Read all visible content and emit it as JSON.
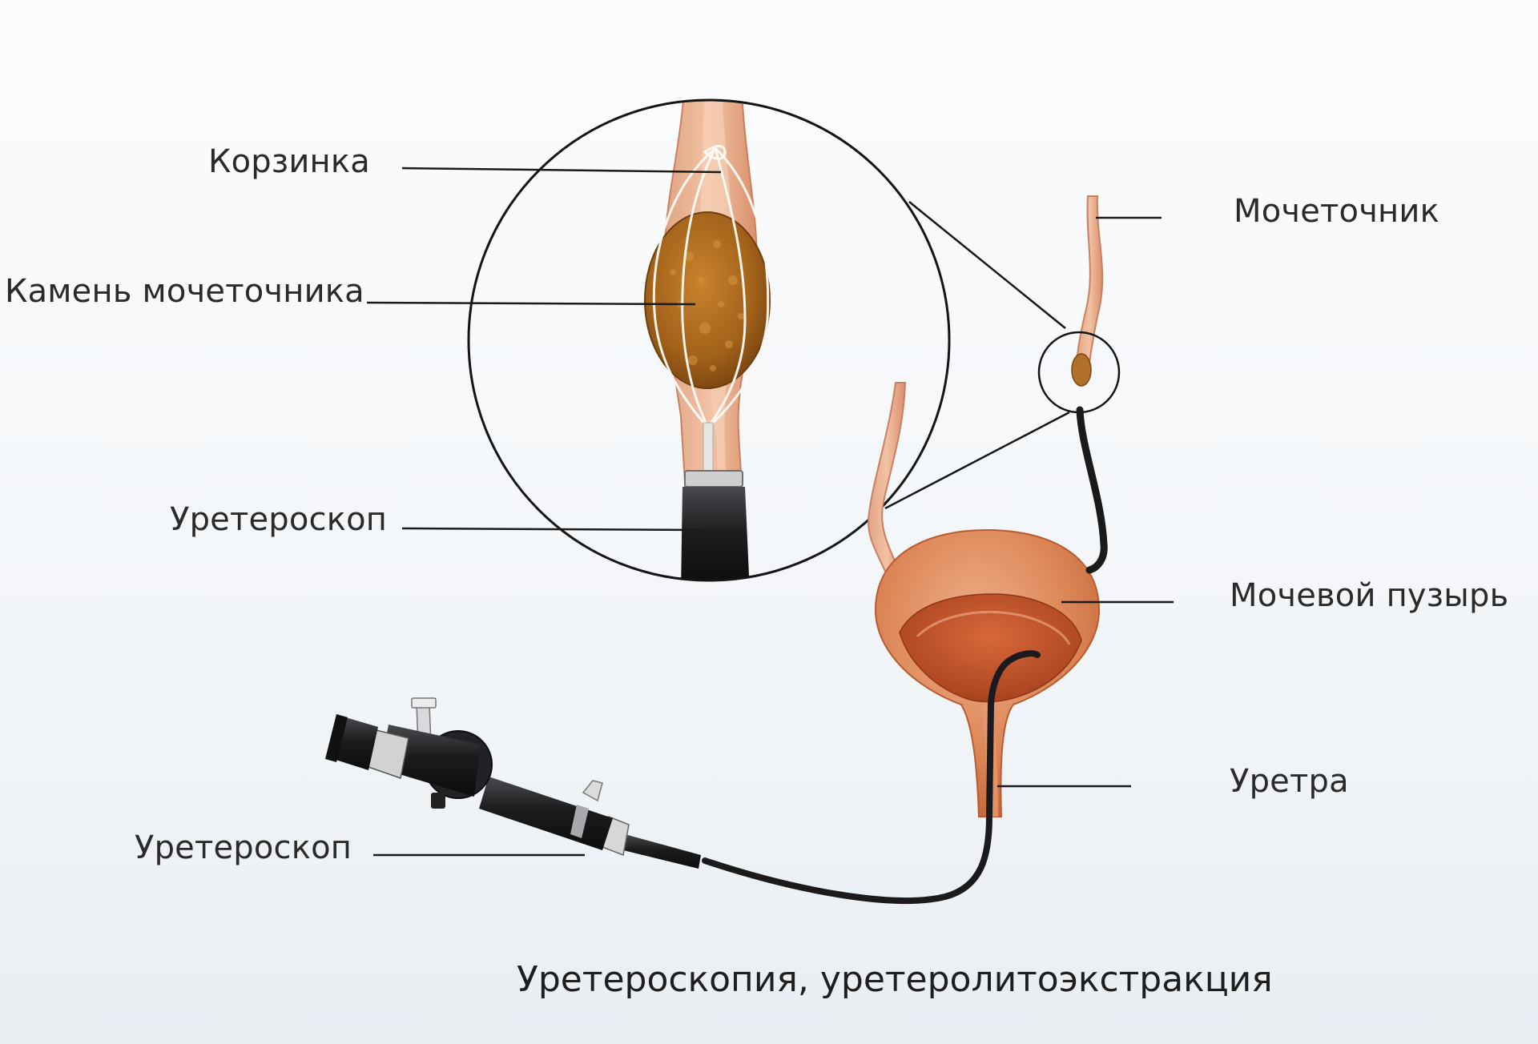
{
  "labels": {
    "basket": "Корзинка",
    "stone": "Камень мочеточника",
    "ureteroscope_zoom": "Уретероскоп",
    "ureter": "Мочеточник",
    "bladder": "Мочевой пузырь",
    "urethra": "Уретра",
    "ureteroscope_device": "Уретероскоп"
  },
  "caption": "Уретероскопия, уретеролитоэкстракция",
  "colors": {
    "tissue": "#d98a5f",
    "tissue_dark": "#c45a2f",
    "stone": "#b06a1c",
    "instrument": "#1d1d1f"
  }
}
